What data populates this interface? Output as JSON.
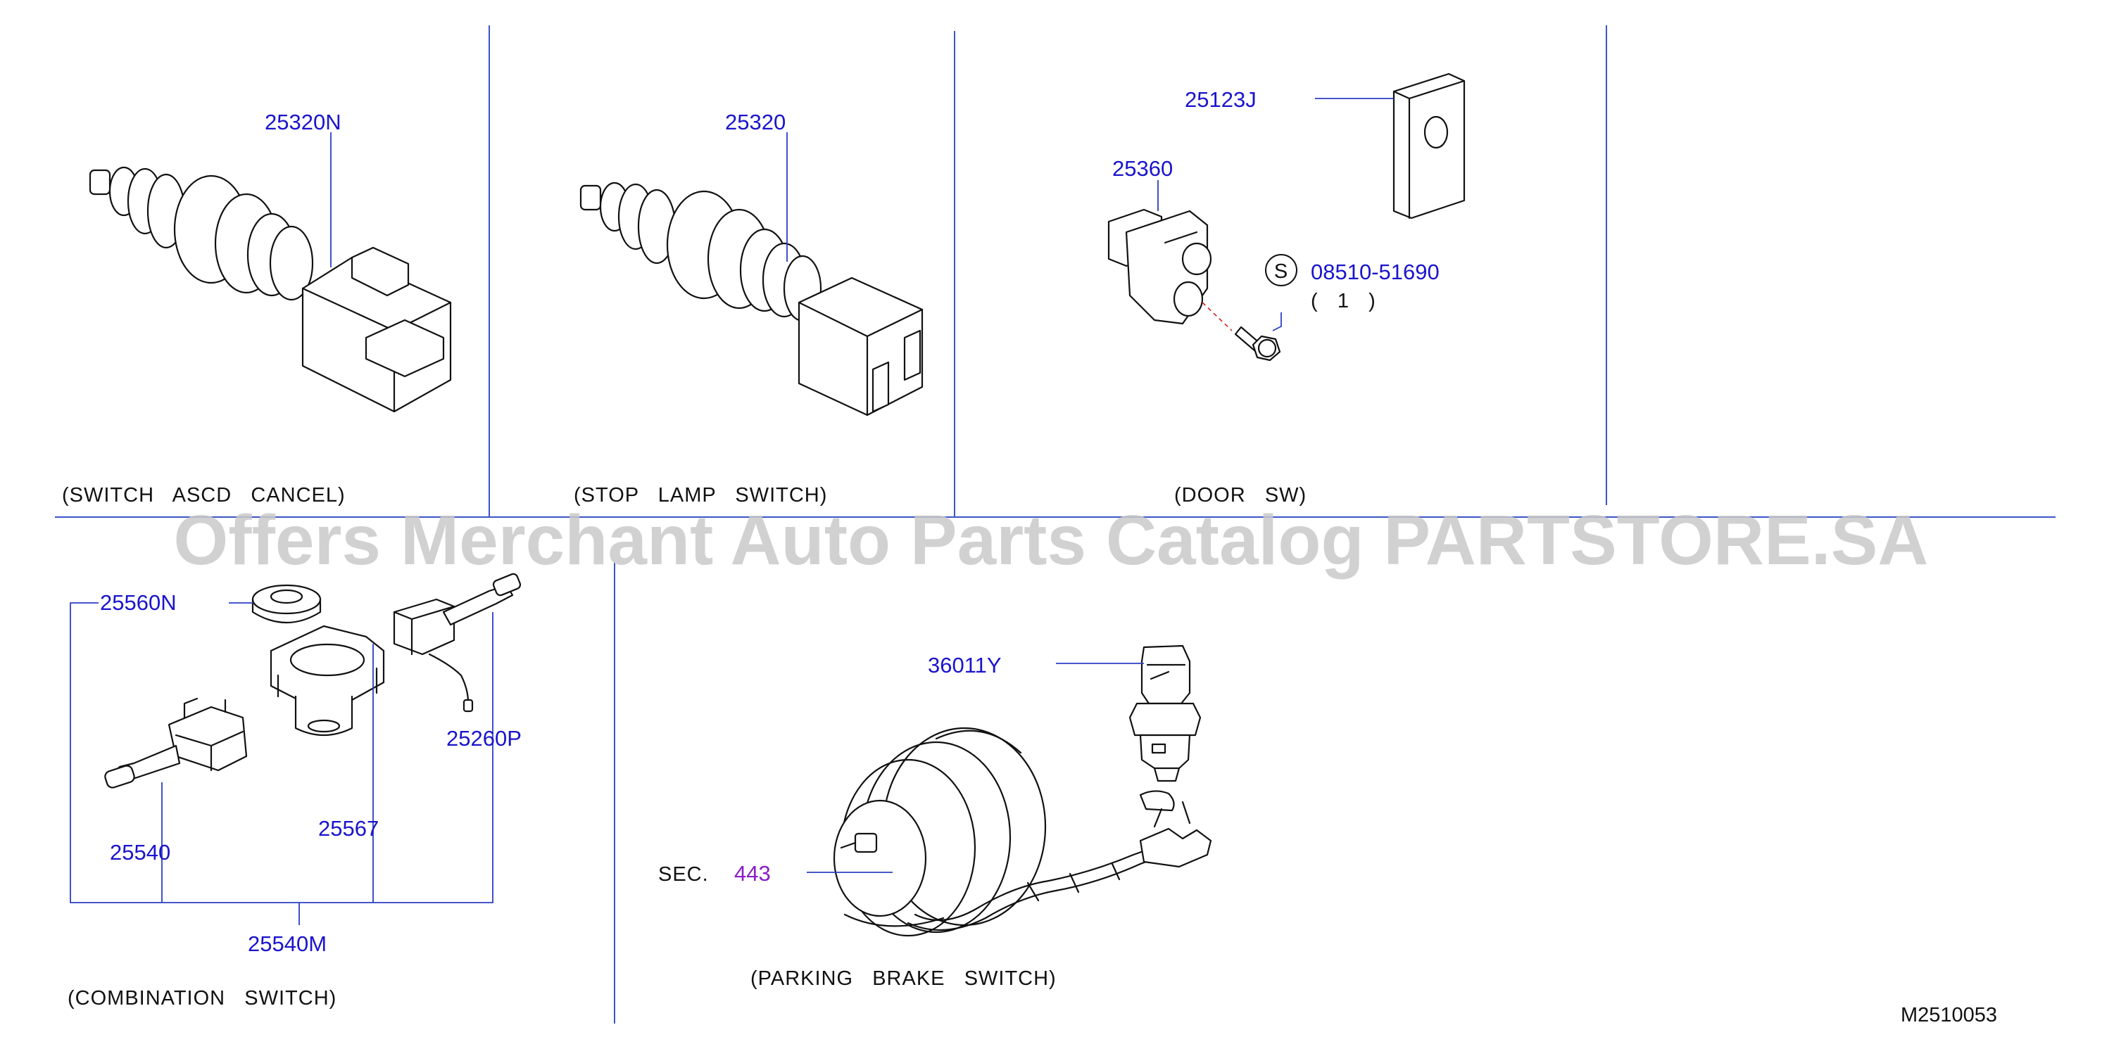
{
  "watermark": "Offers Merchant Auto Parts Catalog PARTSTORE.SA",
  "drawing_id": "M2510053",
  "sections": {
    "asc_cancel": {
      "caption": "(SWITCH   ASCD   CANCEL)",
      "parts": [
        "25320N"
      ]
    },
    "stop_lamp": {
      "caption": "(STOP   LAMP   SWITCH)",
      "parts": [
        "25320"
      ]
    },
    "door": {
      "caption": "(DOOR   SW)",
      "parts": [
        "25123J",
        "25360",
        "08510-51690"
      ],
      "screw_symbol": "S",
      "screw_qty": "(   1   )"
    },
    "combination": {
      "caption": "(COMBINATION   SWITCH)",
      "parts": [
        "25560N",
        "25260P",
        "25567",
        "25540",
        "25540M"
      ]
    },
    "parking_brake": {
      "caption": "(PARKING   BRAKE   SWITCH)",
      "parts": [
        "36011Y"
      ],
      "sec_label": "SEC.",
      "sec_number": "443"
    }
  },
  "colors": {
    "part_number": "#1a14cc",
    "section_ref": "#8a1ec8",
    "separator": "#3a55c8",
    "watermark": "#c9c9c9"
  }
}
